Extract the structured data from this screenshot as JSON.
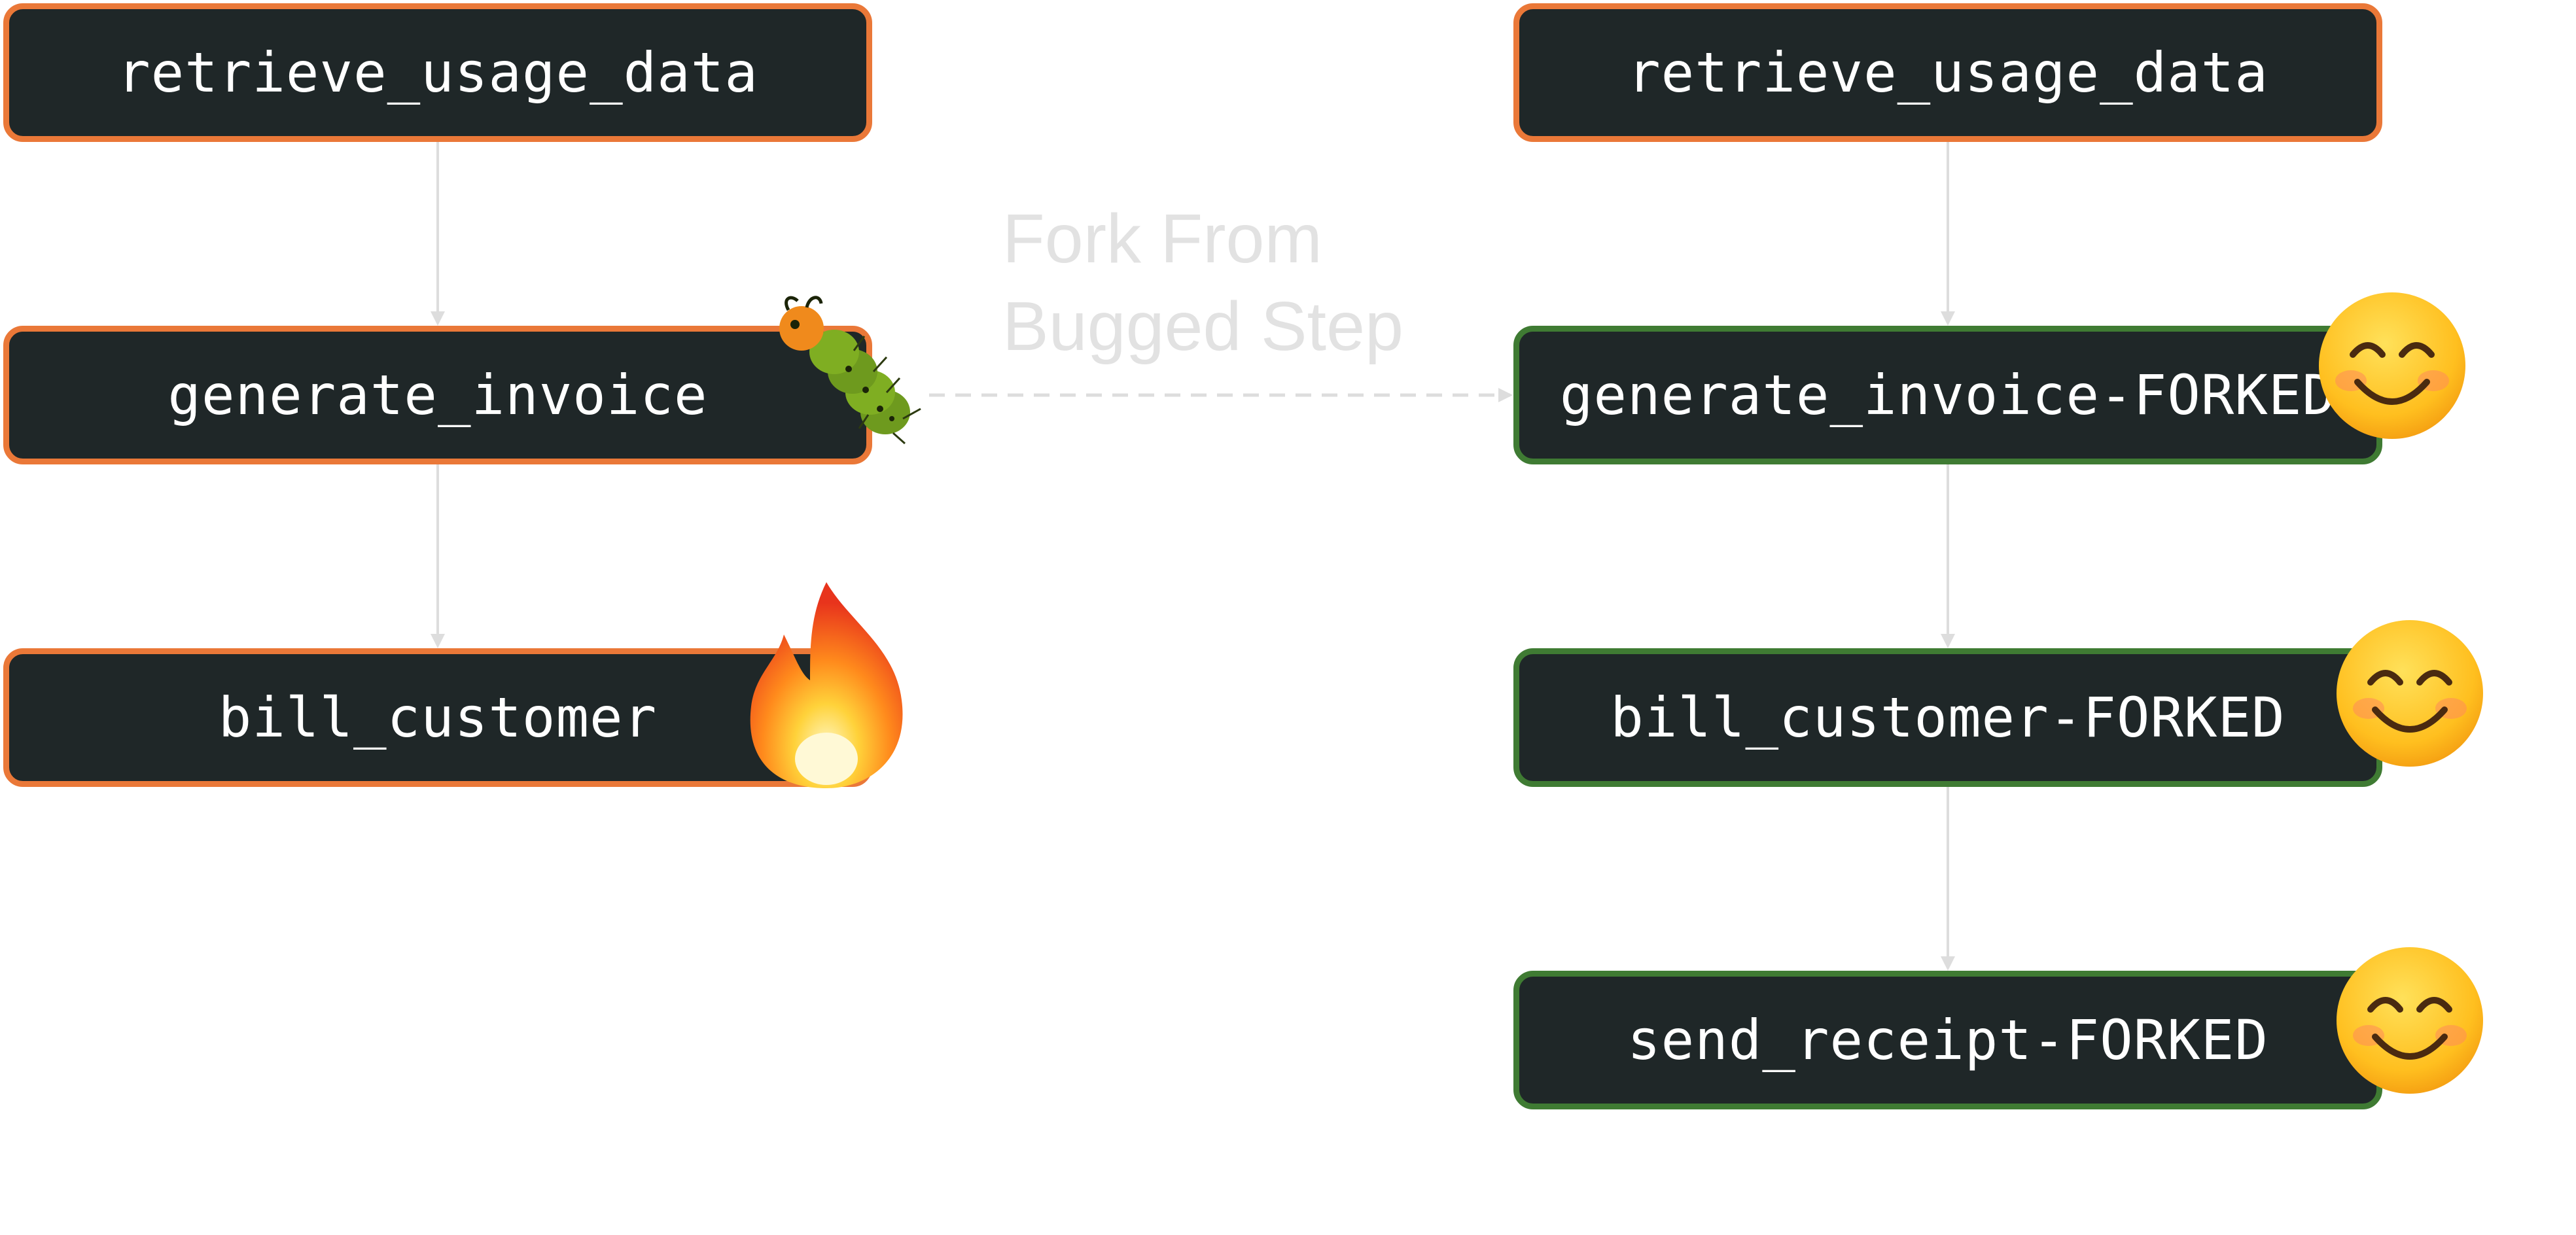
{
  "diagram": {
    "original_flow": {
      "steps": [
        {
          "label": "retrieve_usage_data"
        },
        {
          "label": "generate_invoice"
        },
        {
          "label": "bill_customer"
        }
      ]
    },
    "forked_flow": {
      "steps": [
        {
          "label": "retrieve_usage_data"
        },
        {
          "label": "generate_invoice-FORKED"
        },
        {
          "label": "bill_customer-FORKED"
        },
        {
          "label": "send_receipt-FORKED"
        }
      ]
    },
    "fork_edge": {
      "label_line1": "Fork From",
      "label_line2": "Bugged Step",
      "style": "dashed"
    },
    "badges": {
      "generate_invoice": "bug-icon",
      "bill_customer": "fire-icon",
      "forked_steps": "smiley-icon"
    },
    "colors": {
      "node_fill": "#1f2728",
      "node_text": "#ffffff",
      "original_border": "#ea7838",
      "forked_border": "#3f7b33",
      "connector": "#dddddd",
      "fork_label": "#e2e2e2"
    }
  }
}
